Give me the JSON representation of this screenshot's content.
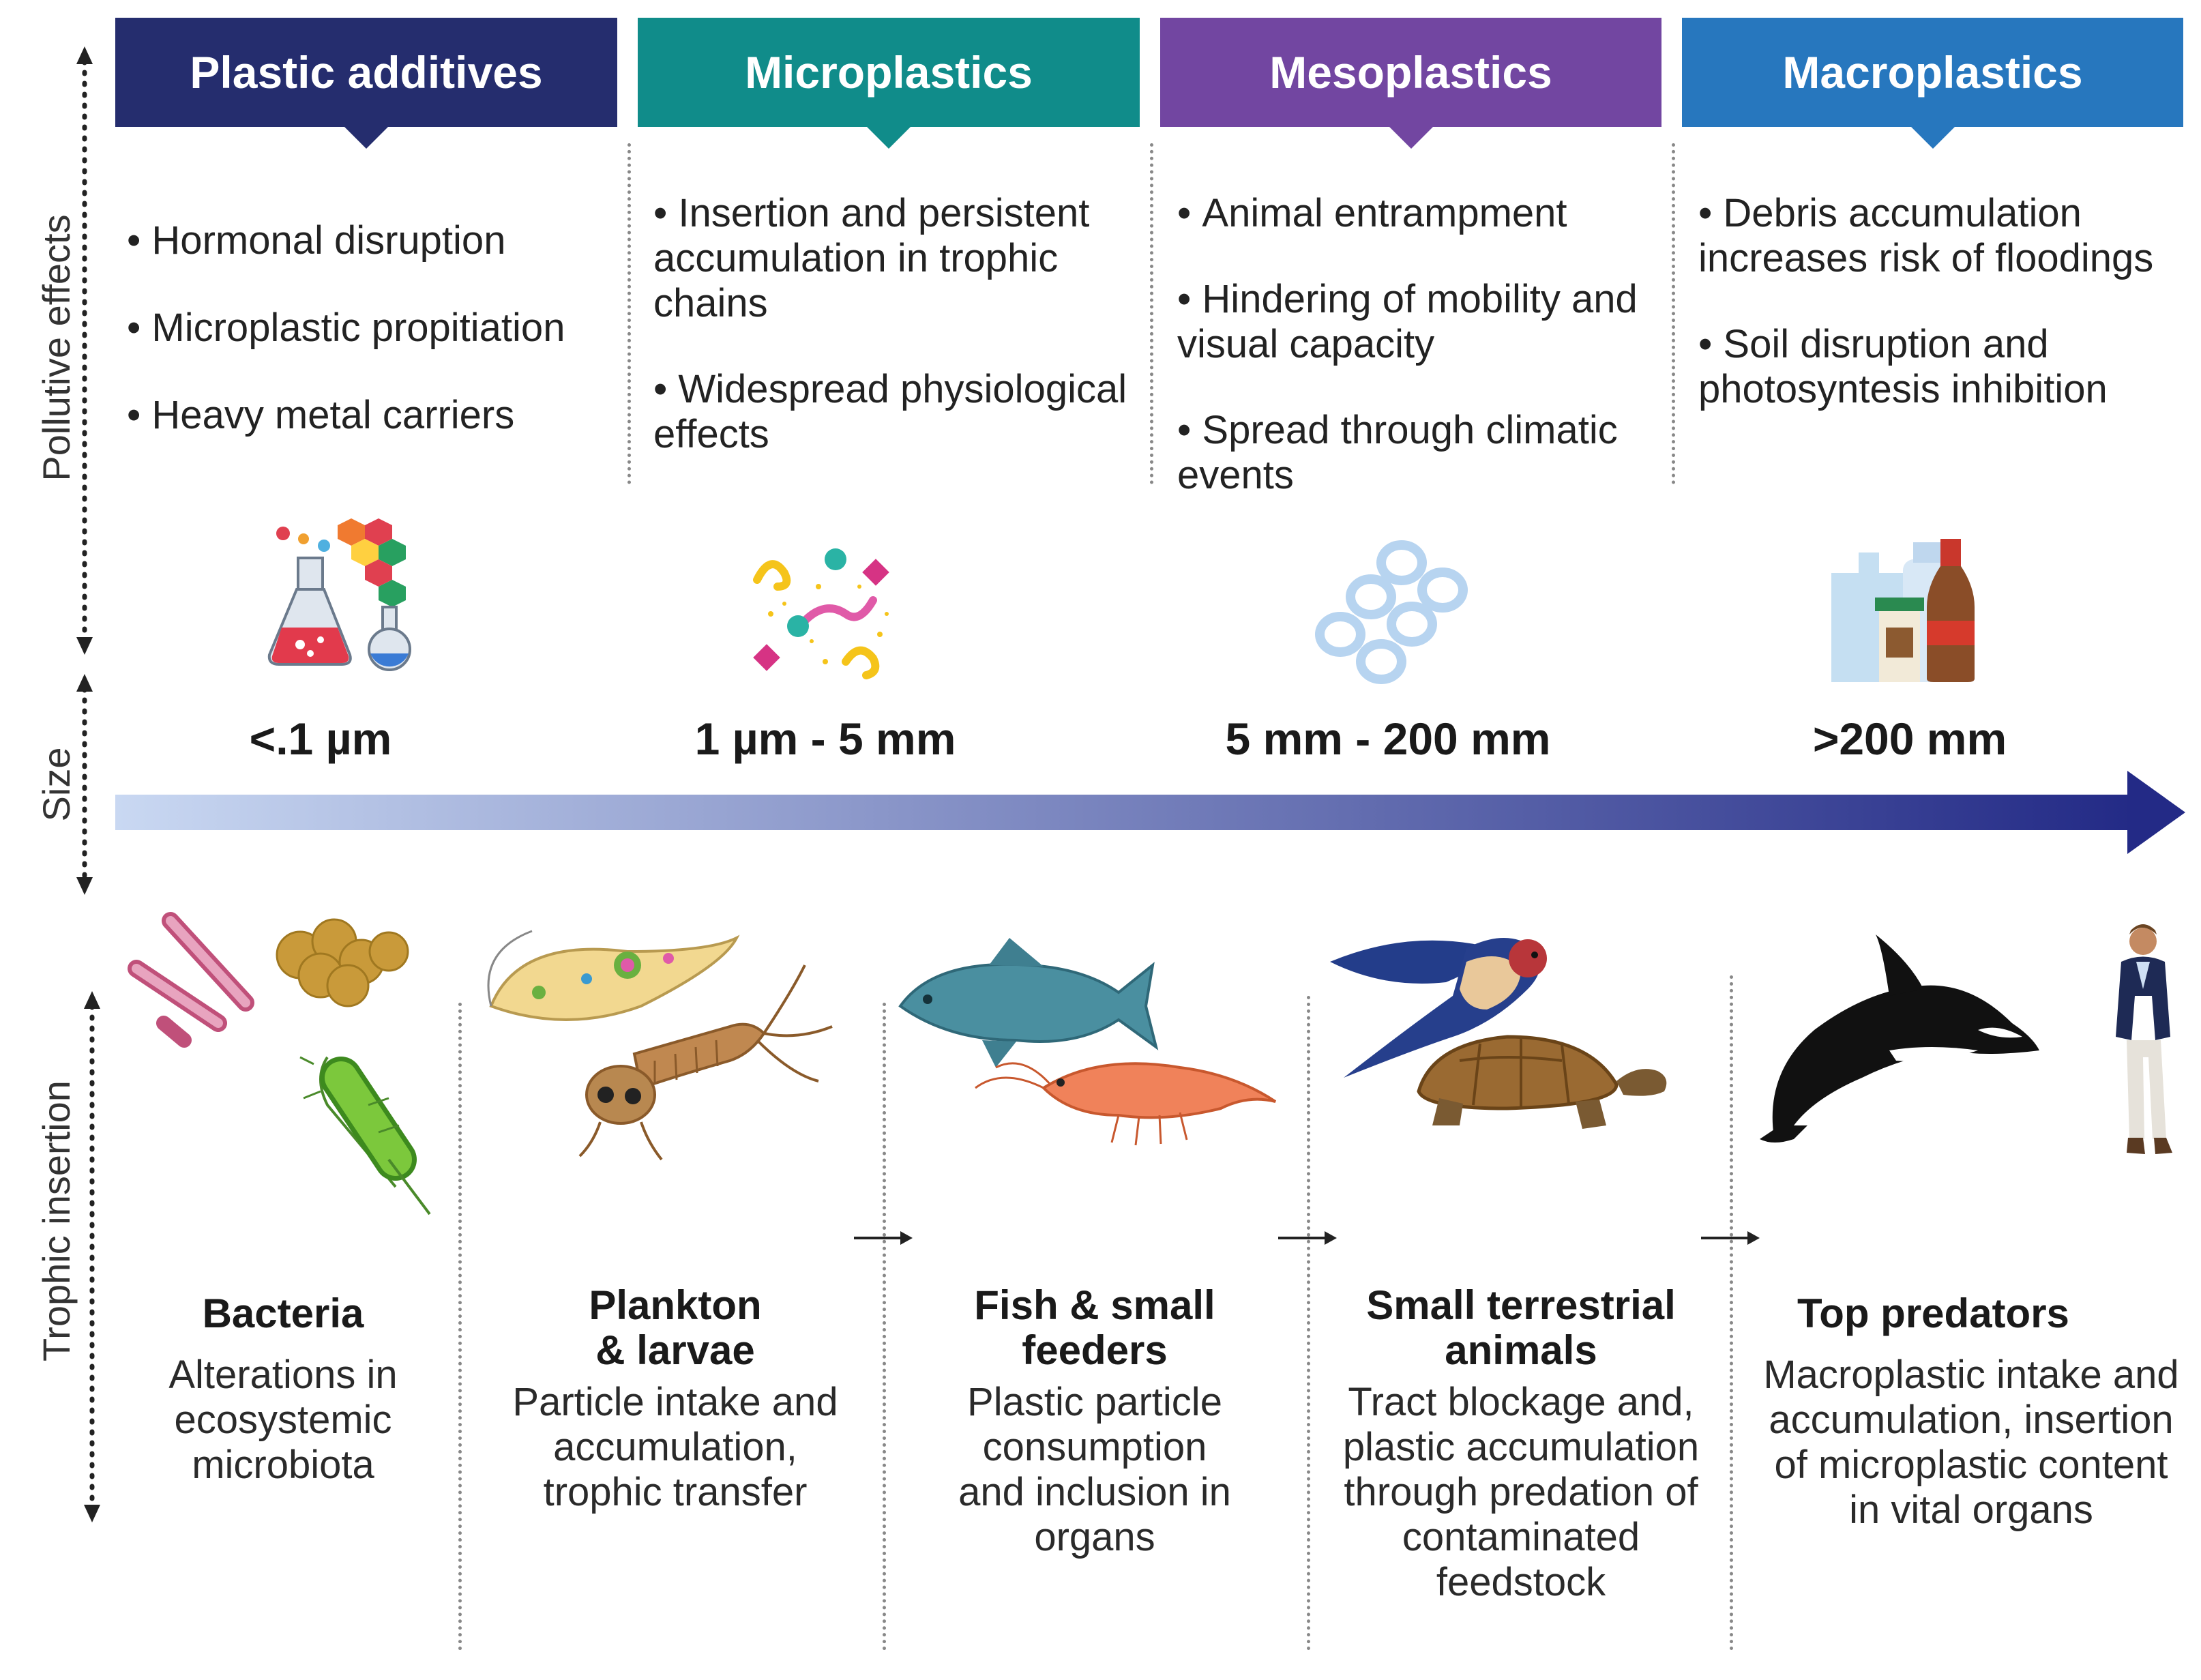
{
  "axes": {
    "pollutive": "Pollutive effects",
    "size": "Size",
    "trophic": "Trophic insertion"
  },
  "categories": [
    {
      "title": "Plastic additives",
      "color": "#252d6e",
      "effects": [
        "Hormonal disruption",
        "Microplastic propitiation",
        "Heavy metal carriers"
      ],
      "size": "<.1 µm",
      "icon": "chemistry-flask-icon"
    },
    {
      "title": "Microplastics",
      "color": "#108c8a",
      "effects": [
        "Insertion and persistent accumulation in trophic chains",
        "Widespread physiological effects"
      ],
      "size": "1 µm - 5 mm",
      "icon": "microplastic-particles-icon"
    },
    {
      "title": "Mesoplastics",
      "color": "#7246a1",
      "effects": [
        "Animal entrampment",
        "Hindering of mobility and visual capacity",
        "Spread through climatic events"
      ],
      "size": "5 mm - 200 mm",
      "icon": "six-pack-ring-icon"
    },
    {
      "title": "Macroplastics",
      "color": "#2777be",
      "effects": [
        "Debris accumulation increases risk of floodings",
        "Soil disruption and photosyntesis inhibition"
      ],
      "size": ">200 mm",
      "icon": "plastic-bottles-icon"
    }
  ],
  "trophic_groups": [
    {
      "title": "Bacteria",
      "description": "Alterations in ecosystemic microbiota",
      "icon": "bacteria-icon"
    },
    {
      "title": "Plankton & larvae",
      "description": "Particle intake and accumulation, trophic transfer",
      "icon": "plankton-larvae-icon"
    },
    {
      "title": "Fish & small feeders",
      "description": "Plastic particle consumption and inclusion in organs",
      "icon": "fish-shrimp-icon"
    },
    {
      "title": "Small terrestrial animals",
      "description": "Tract blockage and, plastic accumulation through predation of contaminated feedstock",
      "icon": "bird-turtle-icon"
    },
    {
      "title": "Top predators",
      "description": "Macroplastic intake and accumulation, insertion of microplastic content in vital organs",
      "icon": "orca-human-icon"
    }
  ],
  "colors": {
    "arrow_start": "#c9d8f2",
    "arrow_end": "#232a86"
  }
}
